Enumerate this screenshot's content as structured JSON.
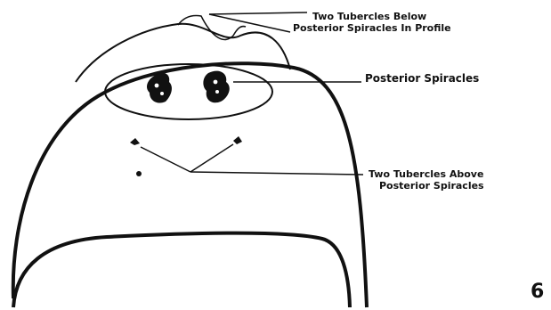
{
  "figure": {
    "figure_number": "6",
    "labels": {
      "tubercles_below_line1": "Two Tubercles Below",
      "tubercles_below_line2": "Posterior Spiracles In Profile",
      "posterior_spiracles": "Posterior Spiracles",
      "tubercles_above_line1": "Two Tubercles Above",
      "tubercles_above_line2": "Posterior Spiracles"
    },
    "colors": {
      "ink": "#111111",
      "paper": "#ffffff"
    }
  }
}
